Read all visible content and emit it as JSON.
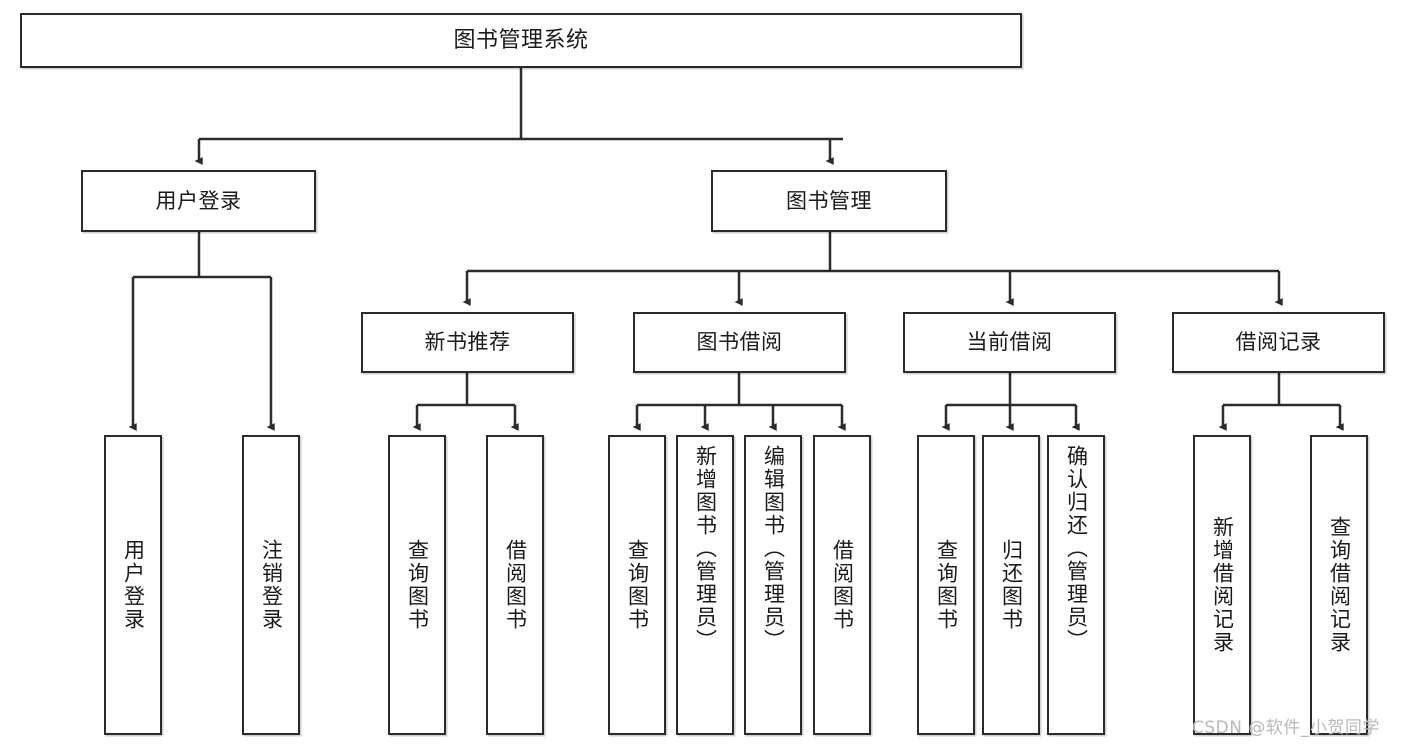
{
  "diagram": {
    "title": "图书管理系统",
    "type": "hierarchy-tree",
    "root": {
      "id": "root",
      "label": "图书管理系统",
      "orientation": "horizontal"
    },
    "level2": [
      {
        "id": "user-login",
        "label": "用户登录",
        "orientation": "horizontal"
      },
      {
        "id": "book-management",
        "label": "图书管理",
        "orientation": "horizontal"
      }
    ],
    "level3": [
      {
        "id": "new-book-recommend",
        "label": "新书推荐",
        "orientation": "horizontal",
        "parent": "book-management"
      },
      {
        "id": "book-borrow",
        "label": "图书借阅",
        "orientation": "horizontal",
        "parent": "book-management"
      },
      {
        "id": "current-borrow",
        "label": "当前借阅",
        "orientation": "horizontal",
        "parent": "book-management"
      },
      {
        "id": "borrow-record",
        "label": "借阅记录",
        "orientation": "horizontal",
        "parent": "book-management"
      }
    ],
    "leaves": [
      {
        "id": "leaf-user-login",
        "label": "用户登录",
        "parent": "user-login"
      },
      {
        "id": "leaf-logout-login",
        "label": "注销登录",
        "parent": "user-login"
      },
      {
        "id": "leaf-query-book-1",
        "label": "查询图书",
        "parent": "new-book-recommend"
      },
      {
        "id": "leaf-borrow-book-1",
        "label": "借阅图书",
        "parent": "new-book-recommend"
      },
      {
        "id": "leaf-query-book-2",
        "label": "查询图书",
        "parent": "book-borrow"
      },
      {
        "id": "leaf-add-book",
        "label": "新增图书（管理员）",
        "parent": "book-borrow"
      },
      {
        "id": "leaf-edit-book",
        "label": "编辑图书（管理员）",
        "parent": "book-borrow"
      },
      {
        "id": "leaf-borrow-book-2",
        "label": "借阅图书",
        "parent": "book-borrow"
      },
      {
        "id": "leaf-query-book-3",
        "label": "查询图书",
        "parent": "current-borrow"
      },
      {
        "id": "leaf-return-book",
        "label": "归还图书",
        "parent": "current-borrow"
      },
      {
        "id": "leaf-confirm-return",
        "label": "确认归还（管理员）",
        "parent": "current-borrow"
      },
      {
        "id": "leaf-add-record",
        "label": "新增借阅记录",
        "parent": "borrow-record"
      },
      {
        "id": "leaf-query-record",
        "label": "查询借阅记录",
        "parent": "borrow-record"
      }
    ],
    "colors": {
      "box_border": "#2b2b2b",
      "box_fill": "#ffffff",
      "connector": "#2b2b2b",
      "text": "#1a1a1a",
      "watermark": "#b9b9b9"
    }
  },
  "watermark": {
    "text": "CSDN @软件_小贺同学"
  }
}
